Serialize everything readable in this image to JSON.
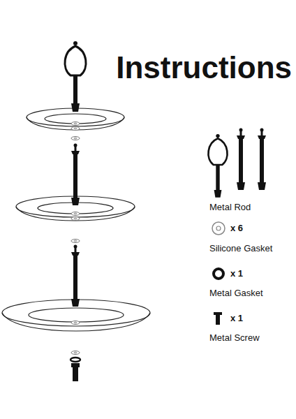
{
  "diagram": {
    "title": "Instructions",
    "labels": [
      "Metal Rod",
      "x 6",
      "Silicone Gasket",
      "x 1",
      "Metal Gasket",
      "x 1",
      "Metal Screw"
    ]
  }
}
